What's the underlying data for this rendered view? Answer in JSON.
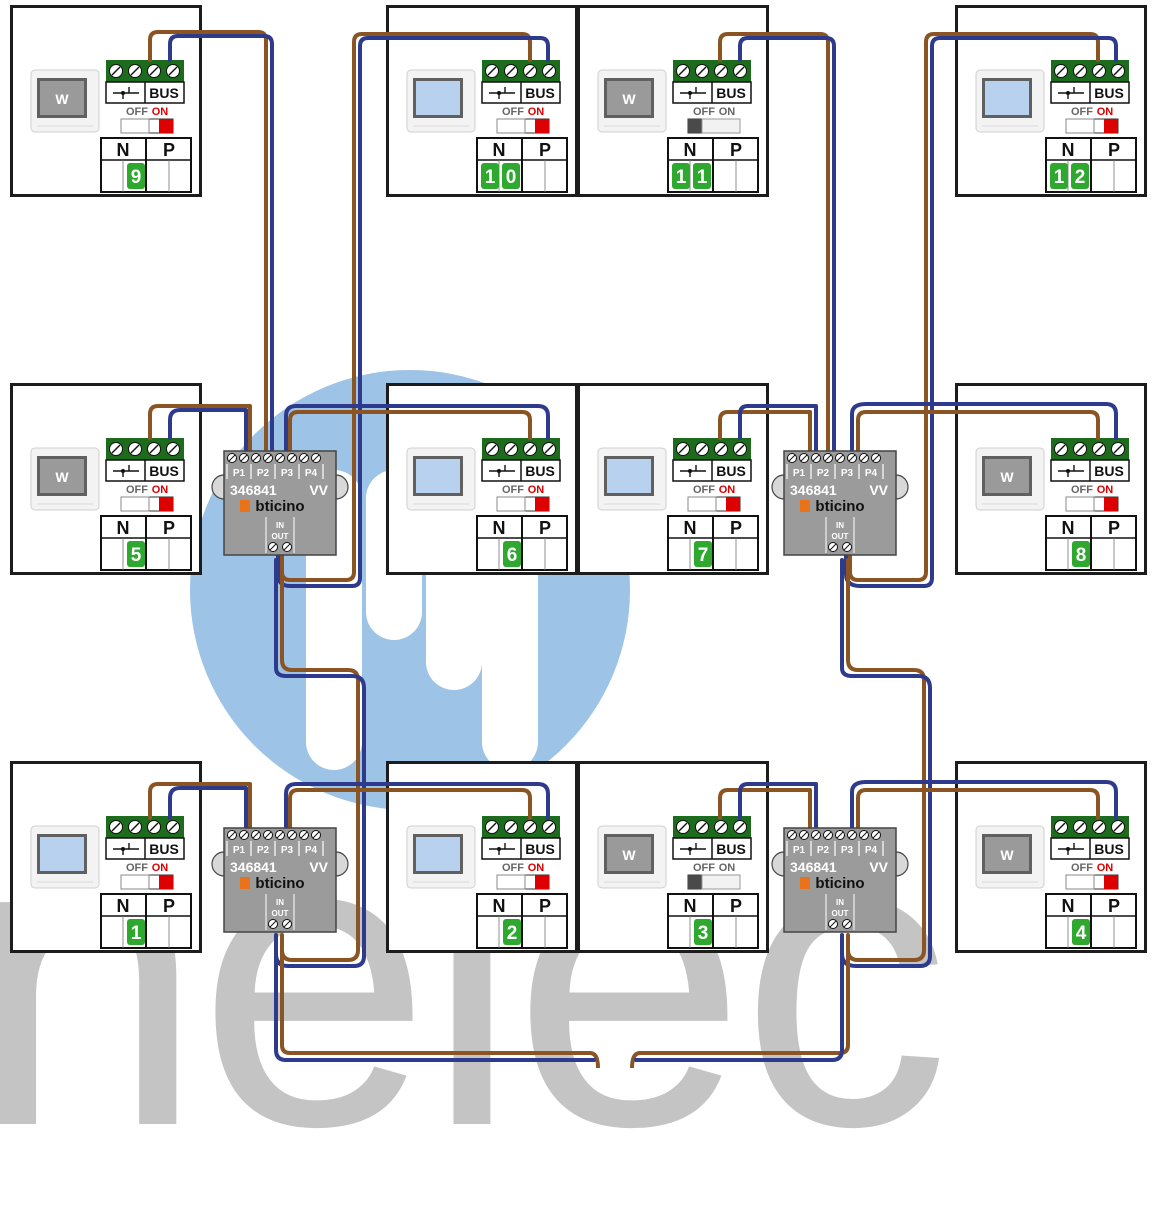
{
  "terminal_label": "BUS",
  "switch": {
    "off": "OFF",
    "on": "ON"
  },
  "dip": {
    "n": "N",
    "p": "P"
  },
  "screen_letter": "W",
  "distributor": {
    "model": "346841",
    "suffix": "VV",
    "brand": "bticino",
    "ports": [
      "P1",
      "P2",
      "P3",
      "P4"
    ],
    "in_label": "IN",
    "out_label": "OUT"
  },
  "watermark": "nelec",
  "colors": {
    "wire_brown": "#8a5523",
    "wire_blue": "#2e3a8c",
    "terminal_green": "#1d6b1d",
    "switch_red": "#dd0000",
    "address_green": "#2ea82e",
    "module_gray": "#9b9b9b",
    "logo_orange": "#e8731a",
    "logo_circle": "#9dc3e6",
    "watermark_gray": "#c4c4c4"
  },
  "stations": [
    {
      "id": "9",
      "address": [
        "9"
      ],
      "switch": "on",
      "screen": "gray"
    },
    {
      "id": "10",
      "address": [
        "1",
        "0"
      ],
      "switch": "on",
      "screen": "blue"
    },
    {
      "id": "11",
      "address": [
        "1",
        "1"
      ],
      "switch": "off",
      "screen": "gray"
    },
    {
      "id": "12",
      "address": [
        "1",
        "2"
      ],
      "switch": "on",
      "screen": "blue"
    },
    {
      "id": "5",
      "address": [
        "5"
      ],
      "switch": "on",
      "screen": "gray"
    },
    {
      "id": "6",
      "address": [
        "6"
      ],
      "switch": "on",
      "screen": "blue"
    },
    {
      "id": "7",
      "address": [
        "7"
      ],
      "switch": "on",
      "screen": "blue"
    },
    {
      "id": "8",
      "address": [
        "8"
      ],
      "switch": "on",
      "screen": "gray"
    },
    {
      "id": "1",
      "address": [
        "1"
      ],
      "switch": "on",
      "screen": "blue"
    },
    {
      "id": "2",
      "address": [
        "2"
      ],
      "switch": "on",
      "screen": "blue"
    },
    {
      "id": "3",
      "address": [
        "3"
      ],
      "switch": "off",
      "screen": "gray"
    },
    {
      "id": "4",
      "address": [
        "4"
      ],
      "switch": "on",
      "screen": "gray"
    }
  ]
}
